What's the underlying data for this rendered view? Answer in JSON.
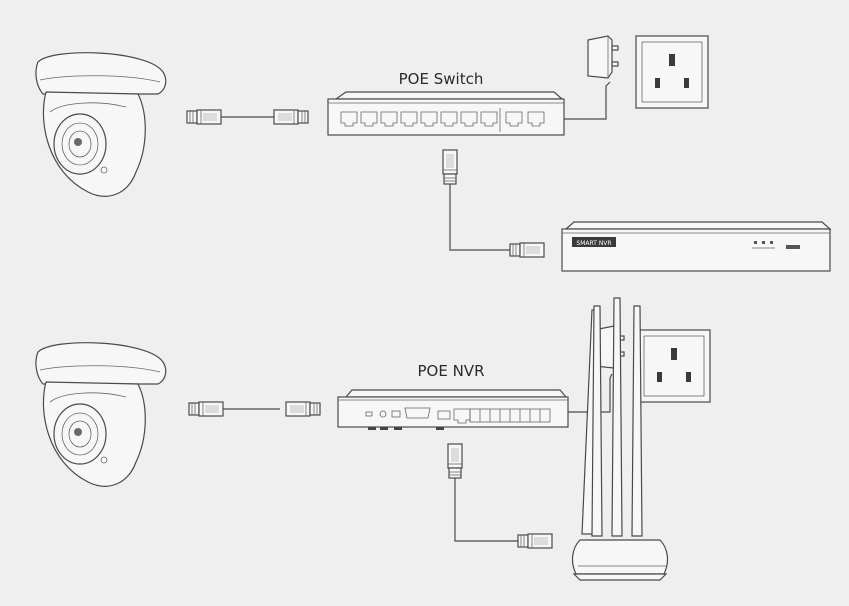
{
  "diagram": {
    "top": {
      "switch_label": "POE Switch",
      "nvr_badge": "SMART NVR"
    },
    "bottom": {
      "nvr_label": "POE NVR"
    }
  }
}
